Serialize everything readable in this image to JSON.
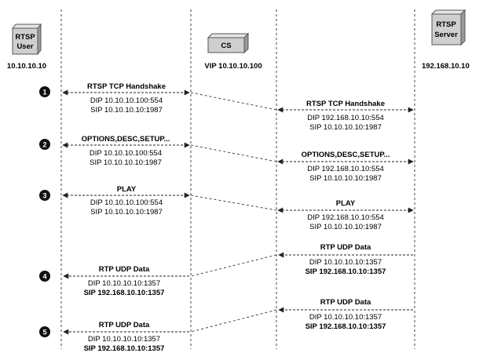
{
  "nodes": {
    "user": {
      "name_lines": [
        "RTSP",
        "User"
      ],
      "address": "10.10.10.10"
    },
    "cs": {
      "name_lines": [
        "CS"
      ],
      "address": "VIP 10.10.10.100"
    },
    "server": {
      "name_lines": [
        "RTSP",
        "Server"
      ],
      "address": "192.168.10.10"
    }
  },
  "steps": [
    "1",
    "2",
    "3",
    "4",
    "5"
  ],
  "messages": {
    "s1_left": {
      "title": "RTSP TCP Handshake",
      "lines": [
        "DIP 10.10.10.100:554",
        "SIP 10.10.10.10:1987"
      ]
    },
    "s1_right": {
      "title": "RTSP TCP Handshake",
      "lines": [
        "DIP 192.168.10.10:554",
        "SIP 10.10.10.10:1987"
      ]
    },
    "s2_left": {
      "title": "OPTIONS,DESC,SETUP...",
      "lines": [
        "DIP 10.10.10.100:554",
        "SIP 10.10.10.10:1987"
      ]
    },
    "s2_right": {
      "title": "OPTIONS,DESC,SETUP...",
      "lines": [
        "DIP 192.168.10.10:554",
        "SIP 10.10.10.10:1987"
      ]
    },
    "s3_left": {
      "title": "PLAY",
      "lines": [
        "DIP 10.10.10.100:554",
        "SIP 10.10.10.10:1987"
      ]
    },
    "s3_right": {
      "title": "PLAY",
      "lines": [
        "DIP 192.168.10.10:554",
        "SIP 10.10.10.10:1987"
      ]
    },
    "s4_right": {
      "title": "RTP UDP Data",
      "lines": [
        "DIP 10.10.10.10:1357",
        "SIP 192.168.10.10:1357"
      ]
    },
    "s4_left": {
      "title": "RTP UDP Data",
      "lines": [
        "DIP 10.10.10.10:1357",
        "SIP 192.168.10.10:1357"
      ]
    },
    "s5_right": {
      "title": "RTP UDP Data",
      "lines": [
        "DIP 10.10.10.10:1357",
        "SIP 192.168.10.10:1357"
      ]
    },
    "s5_left": {
      "title": "RTP UDP Data",
      "lines": [
        "DIP 10.10.10.10:1357",
        "SIP 192.168.10.10:1357"
      ]
    }
  },
  "colors": {
    "line": "#333333",
    "box_fill": "#cfcfcf",
    "badge": "#111111"
  }
}
